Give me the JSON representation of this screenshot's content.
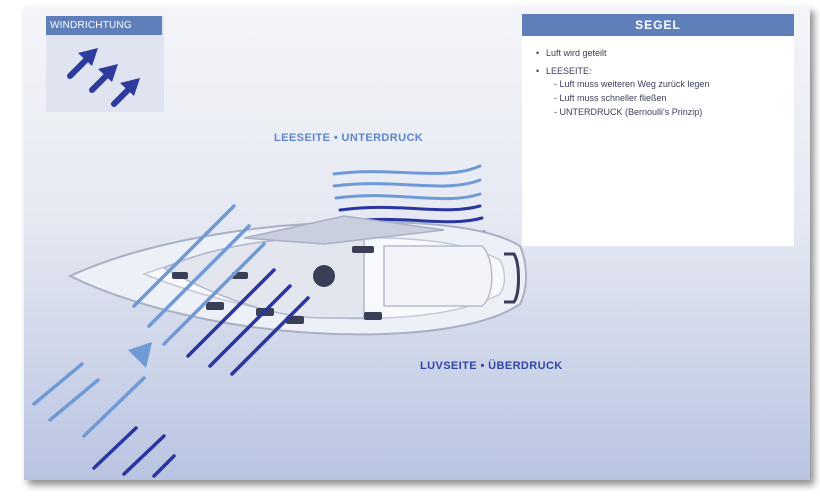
{
  "wind_label": "WINDRICHTUNG",
  "panel": {
    "title": "SEGEL",
    "bullet_1": "Luft wird geteilt",
    "bullet_2": "LEESEITE:",
    "sub_1": "- Luft muss weiteren Weg zurück legen",
    "sub_2": "- Luft muss schneller fließen",
    "sub_3": "- UNTERDRUCK (Bernoulli's Prinzip)"
  },
  "labels": {
    "lee": "LEESEITE • UNTERDRUCK",
    "luv": "LUVSEITE • ÜBERDRUCK"
  },
  "colors": {
    "dark_blue": "#2a36a0",
    "light_blue": "#6f9ad6",
    "header_blue": "#5f7fba"
  }
}
